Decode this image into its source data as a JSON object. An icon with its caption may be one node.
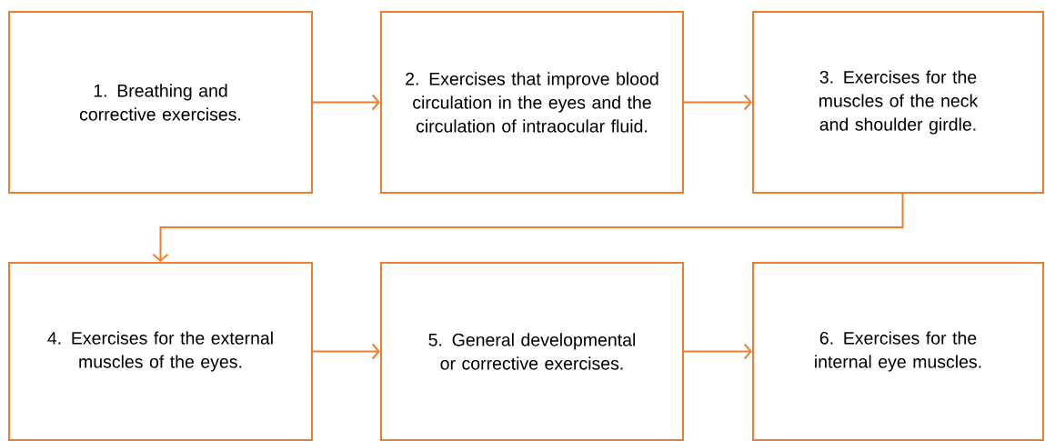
{
  "diagram": {
    "nodes": [
      {
        "text": [
          "1. Breathing and corrective exercises."
        ]
      },
      {
        "text": [
          "2. Exercises that improve blood circulation in the eyes and the circulation of intraocular fluid."
        ]
      },
      {
        "text": [
          "3. Exercises for the muscles of the neck and shoulder girdle."
        ]
      },
      {
        "text": [
          "4. Exercises for the external muscles of the eyes."
        ]
      },
      {
        "text": [
          "5. General developmental or corrective exercises."
        ]
      },
      {
        "text": [
          "6. Exercises for the internal eye muscles."
        ]
      }
    ],
    "edges": [
      {
        "from": 0,
        "to": 1,
        "arrow": "to"
      },
      {
        "from": 1,
        "to": 2,
        "arrow": "to"
      },
      {
        "from": 2,
        "to": 3,
        "arrow": "to"
      },
      {
        "from": 3,
        "to": 4,
        "arrow": "to"
      },
      {
        "from": 4,
        "to": 5,
        "arrow": "to"
      }
    ]
  }
}
